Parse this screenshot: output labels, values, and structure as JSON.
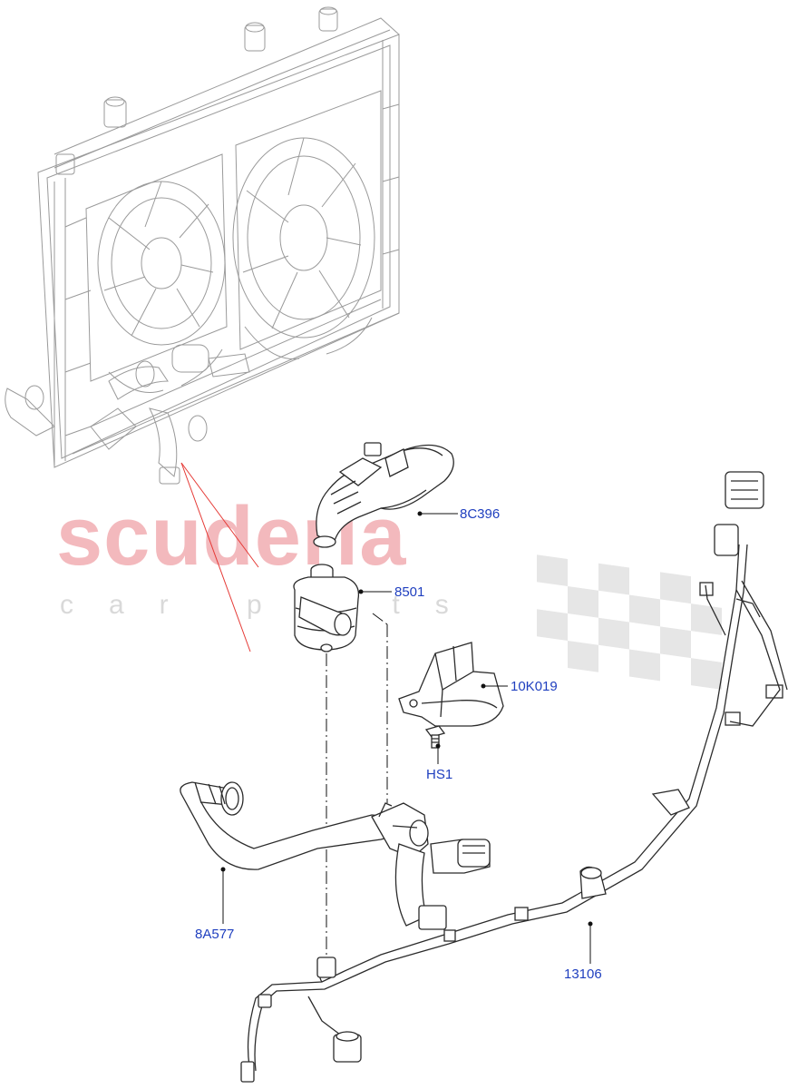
{
  "watermark": {
    "brand": "scuderia",
    "tagline": "car parts"
  },
  "callouts": {
    "hose_upper": "8C396",
    "pump": "8501",
    "bracket": "10K019",
    "bolt": "HS1",
    "hose_lower": "8A577",
    "harness": "13106"
  },
  "colors": {
    "callout_text": "#1f3fbf",
    "watermark_text": "#f3b9bd",
    "reference_line": "#e53935",
    "linework": "#2b2b2b",
    "ghost_linework": "#9a9a9a"
  }
}
